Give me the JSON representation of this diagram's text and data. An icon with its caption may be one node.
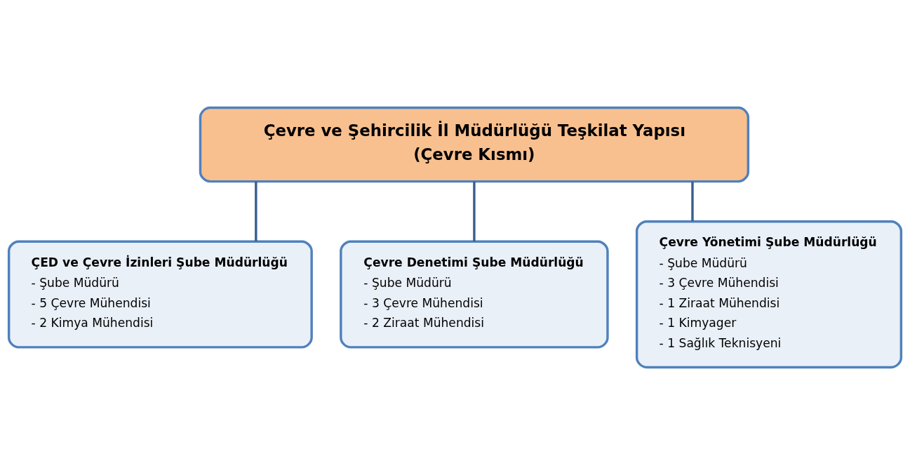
{
  "diagram": {
    "nodes": [
      {
        "text": [
          "Çevre ve Şehircilik İl Müdürlüğü Teşkilat Yapısı",
          "(Çevre Kısmı)"
        ]
      },
      {
        "text": [
          "ÇED ve Çevre İzinleri Şube Müdürlüğü",
          "- Şube Müdürü",
          "- 5 Çevre Mühendisi",
          "- 2 Kimya Mühendisi"
        ]
      },
      {
        "text": [
          "Çevre Denetimi Şube Müdürlüğü",
          "- Şube Müdürü",
          "- 3 Çevre Mühendisi",
          "- 2 Ziraat Mühendisi"
        ]
      },
      {
        "text": [
          "Çevre Yönetimi Şube Müdürlüğü",
          "- Şube Müdürü",
          "- 3 Çevre Mühendisi",
          "- 1 Ziraat Mühendisi",
          "- 1 Kimyager",
          "- 1 Sağlık Teknisyeni"
        ]
      }
    ],
    "edges": [
      {
        "from": 0,
        "to": 1,
        "arrow": "none"
      },
      {
        "from": 0,
        "to": 2,
        "arrow": "none"
      },
      {
        "from": 0,
        "to": 3,
        "arrow": "none"
      }
    ]
  }
}
